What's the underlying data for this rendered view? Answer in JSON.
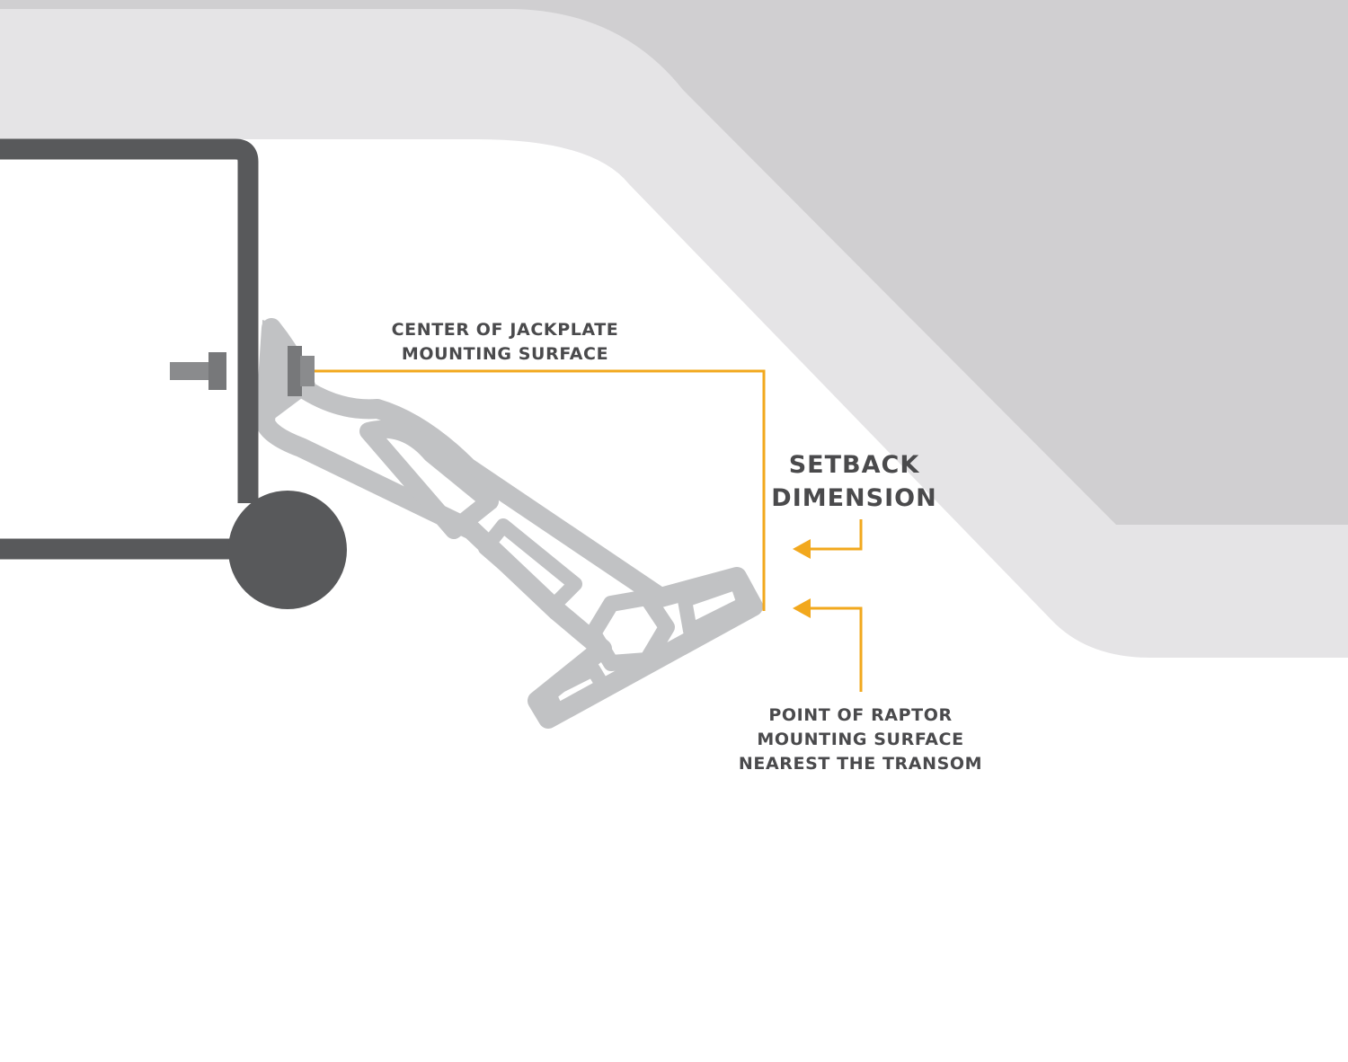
{
  "labels": {
    "center_of_jackplate": [
      "CENTER OF JACKPLATE",
      "MOUNTING SURFACE"
    ],
    "setback_dimension": [
      "SETBACK",
      "DIMENSION"
    ],
    "point_of_raptor": [
      "POINT OF RAPTOR",
      "MOUNTING SURFACE",
      "NEAREST THE TRANSOM"
    ]
  },
  "colors": {
    "hull_outer": "#e5e4e6",
    "hull_inner": "#d0cfd1",
    "transom_frame": "#58595b",
    "bracket": "#c1c2c4",
    "dimension_line": "#f2a81d",
    "text": "#4a4a4c"
  }
}
